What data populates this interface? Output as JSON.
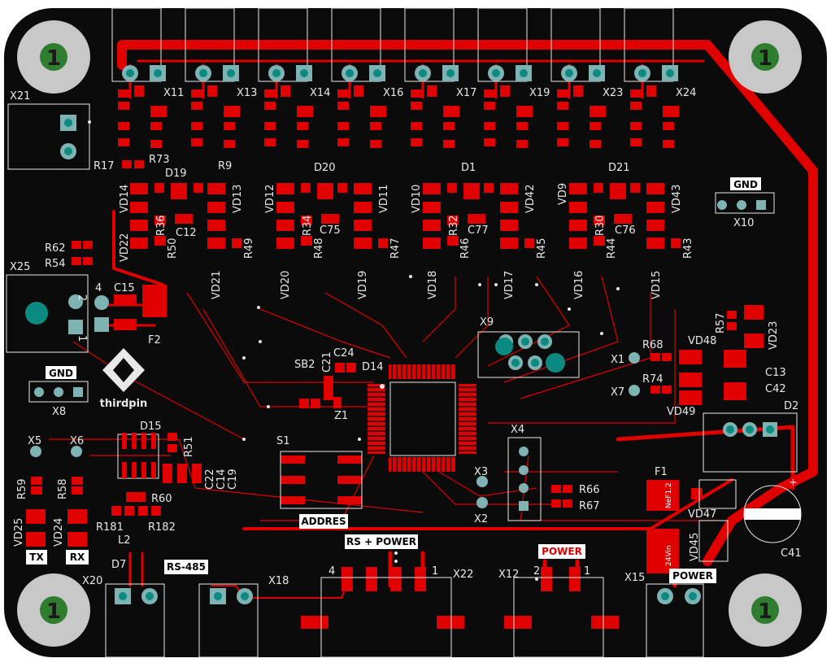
{
  "board": {
    "colors": {
      "substrate": "#0b0b0b",
      "copper": "#e00000",
      "silk": "#e8e8e8",
      "pad": "#7fb2b2",
      "pad_hole": "#0a8a80",
      "mount_hole": "#c8c8c8",
      "mount_number": "#2f7d2f"
    },
    "mounting_holes": [
      {
        "number": "1"
      },
      {
        "number": "1"
      },
      {
        "number": "1"
      },
      {
        "number": "1"
      }
    ],
    "highlight_labels": {
      "gnd_top": "GND",
      "gnd_left": "GND",
      "addres": "ADDRES",
      "rs_power": "RS + POWER",
      "power_mid": "POWER",
      "power_right": "POWER",
      "rs485": "RS-485",
      "tx": "TX",
      "rx": "RX"
    },
    "designators": {
      "x11": "X11",
      "x13": "X13",
      "x14": "X14",
      "x16": "X16",
      "x17": "X17",
      "x19": "X19",
      "x23": "X23",
      "x24": "X24",
      "x21": "X21",
      "x25": "X25",
      "x10": "X10",
      "x8": "X8",
      "x9": "X9",
      "x4": "X4",
      "x1": "X1",
      "x7": "X7",
      "x3": "X3",
      "x2": "X2",
      "x5": "X5",
      "x6": "X6",
      "x20": "X20",
      "x18": "X18",
      "x22": "X22",
      "x12": "X12",
      "x15": "X15",
      "r73": "R73",
      "r17": "R17",
      "r9": "R9",
      "d19": "D19",
      "d20": "D20",
      "d1": "D1",
      "d21": "D21",
      "vd14": "VD14",
      "vd13": "VD13",
      "vd12": "VD12",
      "vd11": "VD11",
      "vd10": "VD10",
      "vd42": "VD42",
      "vd9": "VD9",
      "vd43": "VD43",
      "vd22": "VD22",
      "vd21": "VD21",
      "vd20": "VD20",
      "vd19": "VD19",
      "vd18": "VD18",
      "vd17": "VD17",
      "vd16": "VD16",
      "vd15": "VD15",
      "r36": "R36",
      "r50": "R50",
      "c12": "C12",
      "r49": "R49",
      "r34": "R34",
      "r48": "R48",
      "c75": "C75",
      "r47": "R47",
      "r32": "R32",
      "r46": "R46",
      "c77": "C77",
      "r45": "R45",
      "r30": "R30",
      "r44": "R44",
      "c76": "C76",
      "r43": "R43",
      "r62": "R62",
      "r54": "R54",
      "c15": "C15",
      "f2": "F2",
      "thirdpin": "thirdpin",
      "sb2": "SB2",
      "c21": "C21",
      "c24": "C24",
      "d14": "D14",
      "z1": "Z1",
      "s1": "S1",
      "r68": "R68",
      "vd48": "VD48",
      "r74": "R74",
      "vd49": "VD49",
      "r57": "R57",
      "vd23": "VD23",
      "c13": "C13",
      "c42": "C42",
      "d2": "D2",
      "d15": "D15",
      "r51": "R51",
      "c22": "C22",
      "c14": "C14",
      "c19": "C19",
      "r60": "R60",
      "r181": "R181",
      "r182": "R182",
      "l2": "L2",
      "d7": "D7",
      "r59": "R59",
      "r58": "R58",
      "vd25": "VD25",
      "vd24": "VD24",
      "r66": "R66",
      "r67": "R67",
      "f1": "F1",
      "vd47": "VD47",
      "vd45": "VD45",
      "c41": "C41",
      "f1_val": "NeF1.2",
      "f24_val": "24Vin",
      "pin1": "1",
      "pin2": "2",
      "pin4": "4",
      "pin_plus": "+"
    }
  }
}
